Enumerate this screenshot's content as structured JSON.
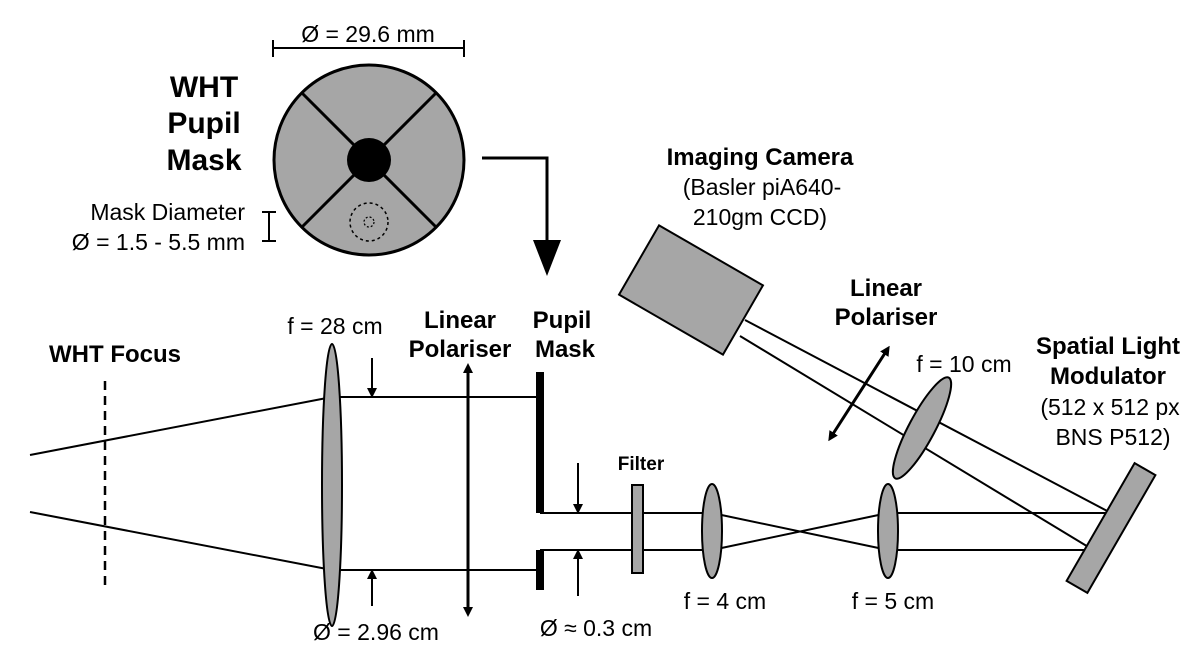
{
  "pupil_mask_inset": {
    "title_lines": [
      "WHT",
      "Pupil",
      "Mask"
    ],
    "outer_diameter_label": "Ø = 29.6 mm",
    "mask_diameter_lines": [
      "Mask Diameter",
      "Ø =  1.5 - 5.5 mm"
    ]
  },
  "camera": {
    "title": "Imaging Camera",
    "model_lines": [
      "(Basler piA640-",
      "210gm CCD)"
    ]
  },
  "slm": {
    "title_lines": [
      "Spatial Light",
      "Modulator"
    ],
    "model_lines": [
      "(512 x 512 px",
      "BNS P512)"
    ]
  },
  "labels": {
    "wht_focus": "WHT Focus",
    "lens1_focal": "f = 28 cm",
    "beam_diameter": "Ø = 2.96 cm",
    "polariser1_lines": [
      "Linear",
      "Polariser"
    ],
    "pupil_mask_lines": [
      "Pupil",
      "Mask"
    ],
    "pinhole_diameter": "Ø ≈ 0.3 cm",
    "filter": "Filter",
    "lens2_focal": "f = 4 cm",
    "lens3_focal": "f = 5 cm",
    "polariser2_lines": [
      "Linear",
      "Polariser"
    ],
    "camera_lens_focal": "f = 10 cm"
  },
  "colors": {
    "optic_fill": "#a6a6a6",
    "line": "#000000",
    "background": "#ffffff"
  }
}
